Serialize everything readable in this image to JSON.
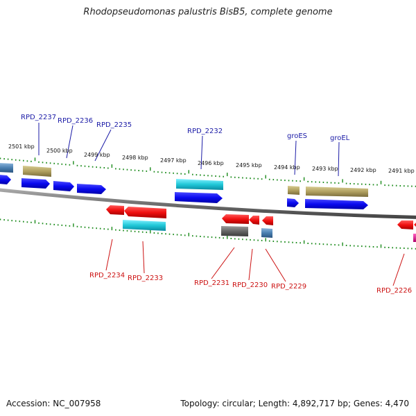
{
  "title": "Rhodopseudomonas palustris BisB5, complete genome",
  "footer": {
    "accession": "Accession: NC_007958",
    "summary": "Topology: circular; Length: 4,892,717 bp; Genes: 4,470"
  },
  "scale_labels": [
    "2501 kbp",
    "2500 kbp",
    "2499 kbp",
    "2498 kbp",
    "2497 kbp",
    "2496 kbp",
    "2495 kbp",
    "2494 kbp",
    "2493 kbp",
    "2492 kbp",
    "2491 kbp"
  ],
  "top_labels": [
    "RPD_2237",
    "RPD_2236",
    "RPD_2235",
    "RPD_2232",
    "groES",
    "groEL"
  ],
  "bottom_labels": [
    "RPD_2234",
    "RPD_2233",
    "RPD_2231",
    "RPD_2230",
    "RPD_2229",
    "RPD_2226"
  ],
  "colors": {
    "cds_blue": "#1010e0",
    "cds_red": "#ee1111",
    "rna_cyan": "#20c8d8",
    "olive": "#b0a060",
    "steel": "#4a7fb0",
    "grey": "#666666",
    "pink": "#e0108a",
    "tick_green": "#1a8a1a",
    "backbone": "#808080",
    "label_blue": "#1a1aa6",
    "label_red": "#cc1111"
  }
}
